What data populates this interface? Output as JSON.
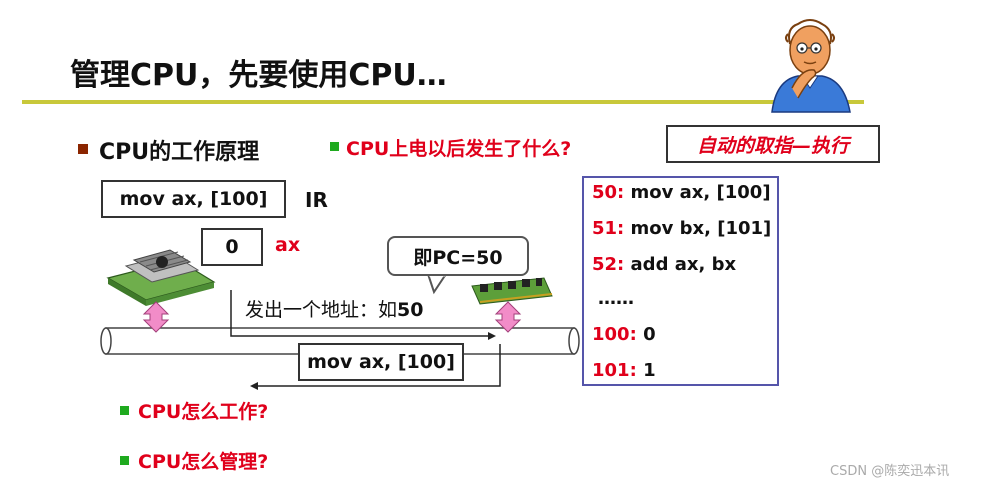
{
  "slide": {
    "title": "管理CPU，先要使用CPU…",
    "main_bullet": "CPU的工作原理",
    "question_top": "CPU上电以后发生了什么?",
    "boxed_note": "自动的取指—执行",
    "ir_value": "mov ax, [100]",
    "ir_label": "IR",
    "ax_value": "0",
    "ax_label": "ax",
    "pc_bubble": "即PC=50",
    "address_text_prefix": "发出一个地址：如",
    "address_text_value": "50",
    "bus_data": "mov ax, [100]",
    "memory": [
      {
        "addr": "50:",
        "content": "mov ax, [100]"
      },
      {
        "addr": "51:",
        "content": "mov bx, [101]"
      },
      {
        "addr": "52:",
        "content": "add ax, bx"
      },
      {
        "addr": "",
        "content": "……"
      },
      {
        "addr": "100:",
        "content": "0"
      },
      {
        "addr": "101:",
        "content": "1"
      }
    ],
    "question_1": "CPU怎么工作?",
    "question_2": "CPU怎么管理?"
  },
  "footer": {
    "watermark": "CSDN @陈奕迅本讯"
  },
  "colors": {
    "accent_red": "#e0001b",
    "rule_olive": "#c8c83a",
    "bullet_green": "#1faa1f",
    "bullet_brown": "#8b2500",
    "memory_border": "#5555aa"
  },
  "icons": [
    "thinking-man-icon",
    "cpu-chip-icon",
    "memory-module-icon",
    "up-down-arrow-icon"
  ]
}
